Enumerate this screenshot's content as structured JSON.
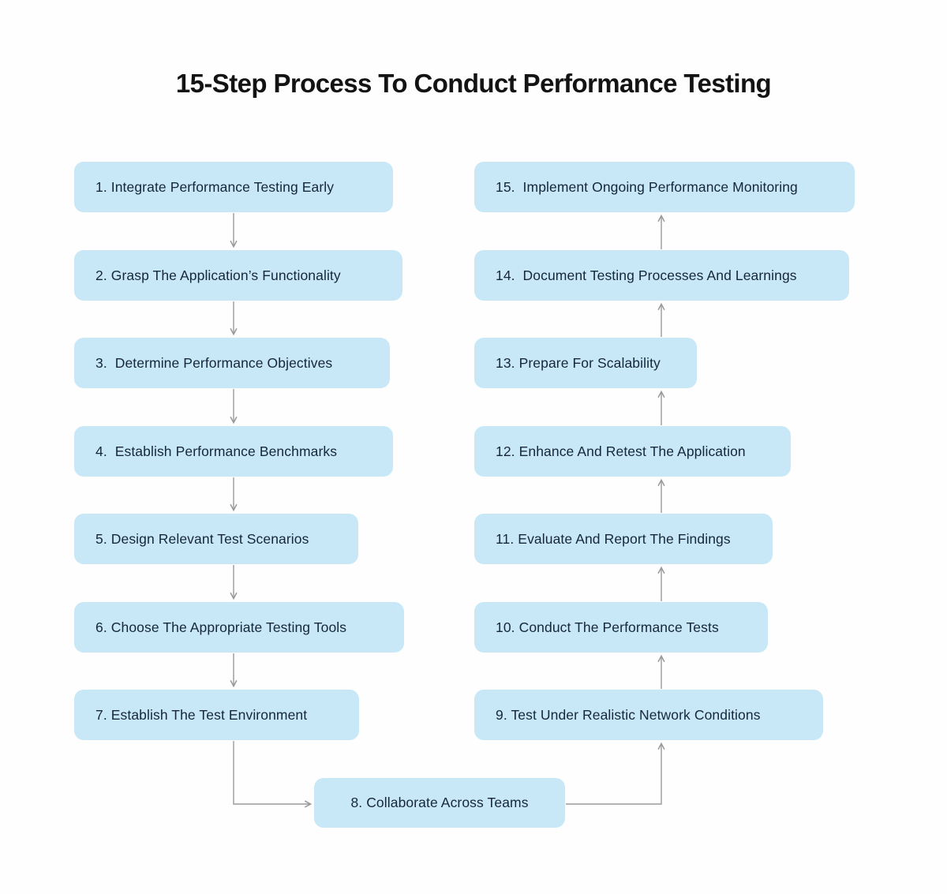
{
  "title": "15-Step Process To Conduct Performance Testing",
  "steps": [
    "1. Integrate Performance Testing Early",
    "2. Grasp The Application’s Functionality",
    "3.  Determine Performance Objectives",
    "4.  Establish Performance Benchmarks",
    "5. Design Relevant Test Scenarios",
    "6. Choose The Appropriate Testing Tools",
    "7. Establish The Test Environment",
    "8. Collaborate Across Teams",
    "9. Test Under Realistic Network Conditions",
    "10. Conduct The Performance Tests",
    "11. Evaluate And Report The Findings",
    "12. Enhance And Retest The Application",
    "13. Prepare For Scalability",
    "14.  Document Testing Processes And Learnings",
    "15.  Implement Ongoing Performance Monitoring"
  ],
  "colors": {
    "box_fill": "#c9e8f7",
    "box_text": "#16263c",
    "title_text": "#131313",
    "arrow": "#9a9a9a",
    "background": "#fefefe"
  },
  "flow": {
    "left_column_order": [
      "1",
      "2",
      "3",
      "4",
      "5",
      "6",
      "7"
    ],
    "bridge": "8",
    "right_column_order_bottom_up": [
      "9",
      "10",
      "11",
      "12",
      "13",
      "14",
      "15"
    ],
    "left_arrow_direction": "down",
    "right_arrow_direction": "up"
  }
}
